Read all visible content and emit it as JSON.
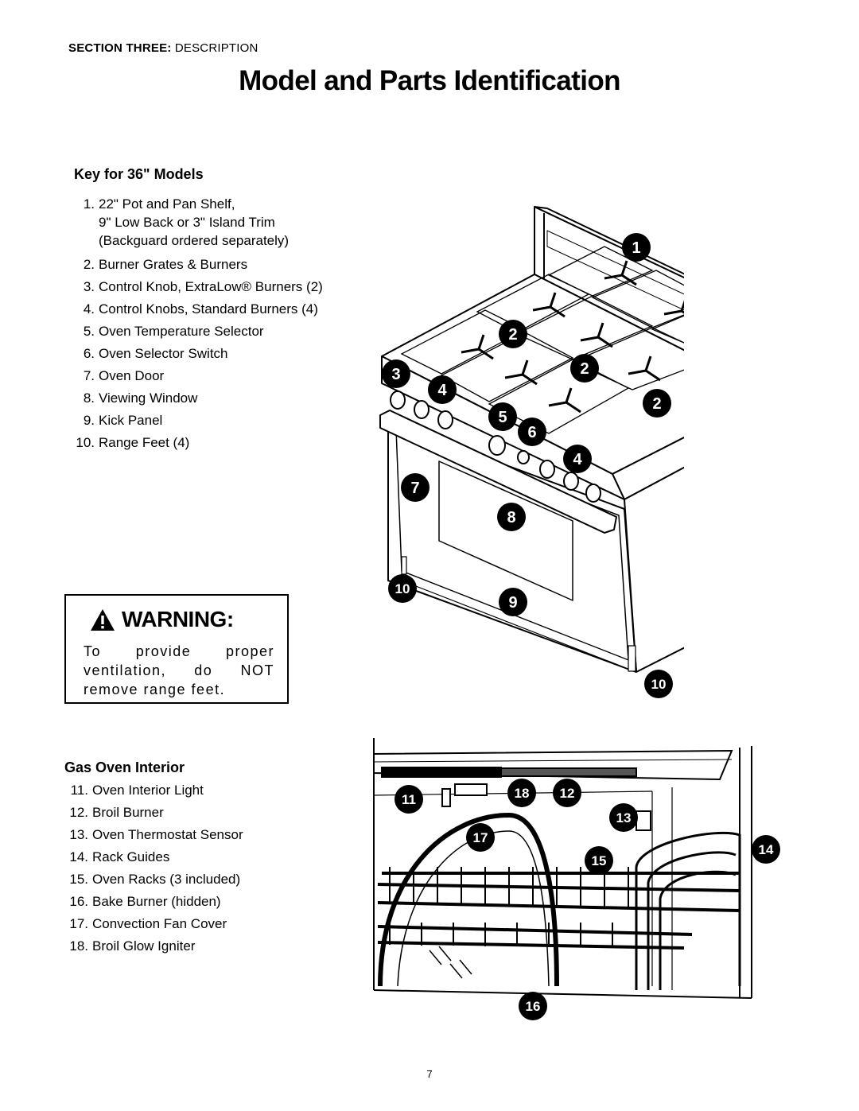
{
  "section_header": {
    "bold": "SECTION THREE:",
    "rest": " DESCRIPTION"
  },
  "title": "Model and Parts Identification",
  "key_heading": "Key for 36\" Models",
  "key_items": [
    {
      "num": "1.",
      "lines": [
        "22\" Pot and Pan Shelf,",
        "9\" Low Back or 3\" Island Trim",
        "(Backguard  ordered  separately)"
      ]
    },
    {
      "num": "2.",
      "lines": [
        "Burner  Grates  &  Burners"
      ]
    },
    {
      "num": "3.",
      "lines": [
        "Control  Knob,  ExtraLow®  Burners  (2)"
      ]
    },
    {
      "num": "4.",
      "lines": [
        "Control  Knobs,  Standard  Burners  (4)"
      ]
    },
    {
      "num": "5.",
      "lines": [
        "Oven  Temperature  Selector"
      ]
    },
    {
      "num": "6.",
      "lines": [
        "Oven  Selector  Switch"
      ]
    },
    {
      "num": "7.",
      "lines": [
        "Oven  Door"
      ]
    },
    {
      "num": "8.",
      "lines": [
        "Viewing  Window"
      ]
    },
    {
      "num": "9.",
      "lines": [
        "Kick  Panel"
      ]
    },
    {
      "num": "10.",
      "lines": [
        "Range  Feet  (4)"
      ]
    }
  ],
  "warning": {
    "title": "WARNING:",
    "text": "To provide proper ventilation, do NOT remove range feet."
  },
  "interior_heading": "Gas Oven Interior",
  "interior_items": [
    {
      "num": "11.",
      "label": "Oven Interior Light"
    },
    {
      "num": "12.",
      "label": "Broil Burner"
    },
    {
      "num": "13.",
      "label": "Oven Thermostat Sensor"
    },
    {
      "num": "14.",
      "label": "Rack Guides"
    },
    {
      "num": "15.",
      "label": "Oven Racks (3 included)"
    },
    {
      "num": "16.",
      "label": "Bake Burner (hidden)"
    },
    {
      "num": "17.",
      "label": "Convection Fan Cover"
    },
    {
      "num": "18.",
      "label": "Broil Glow Igniter"
    }
  ],
  "range_callouts": [
    "1",
    "2",
    "2",
    "2",
    "3",
    "4",
    "4",
    "5",
    "6",
    "7",
    "8",
    "9",
    "10",
    "10"
  ],
  "interior_callouts": [
    "11",
    "18",
    "12",
    "13",
    "17",
    "14",
    "15",
    "16"
  ],
  "page_number": "7"
}
